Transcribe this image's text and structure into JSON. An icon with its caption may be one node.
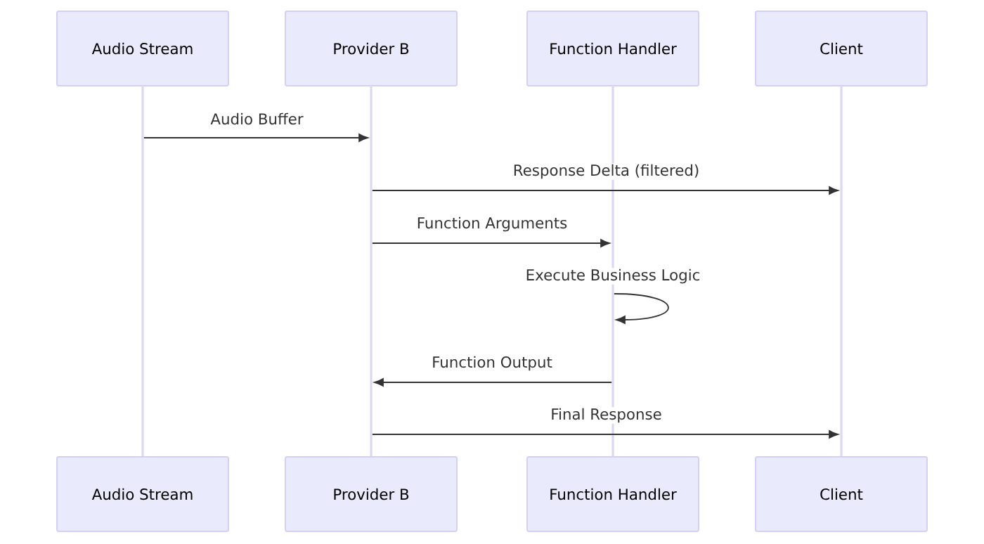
{
  "diagram": {
    "nodes": [
      {
        "text": [
          "Audio Stream"
        ]
      },
      {
        "text": [
          "Provider B"
        ]
      },
      {
        "text": [
          "Function Handler"
        ]
      },
      {
        "text": [
          "Client"
        ]
      },
      {
        "text": [],
        "shape": "bar"
      },
      {
        "text": [],
        "shape": "bar"
      },
      {
        "text": [],
        "shape": "bar"
      },
      {
        "text": [],
        "shape": "bar"
      },
      {
        "text": [
          "Audio Stream"
        ]
      },
      {
        "text": [
          "Provider B"
        ]
      },
      {
        "text": [
          "Function Handler"
        ]
      },
      {
        "text": [
          "Client"
        ]
      }
    ],
    "edges": [
      {
        "from": 4,
        "to": 5,
        "arrow": "to",
        "label": "Audio Buffer"
      },
      {
        "from": 5,
        "to": 7,
        "arrow": "to",
        "label": "Response Delta (filtered)"
      },
      {
        "from": 5,
        "to": 6,
        "arrow": "to",
        "label": "Function Arguments"
      },
      {
        "from": 6,
        "to": 6,
        "arrow": "to",
        "label": "Execute Business Logic"
      },
      {
        "from": 6,
        "to": 5,
        "arrow": "to",
        "label": "Function Output"
      },
      {
        "from": 5,
        "to": 7,
        "arrow": "to",
        "label": "Final Response"
      }
    ]
  }
}
